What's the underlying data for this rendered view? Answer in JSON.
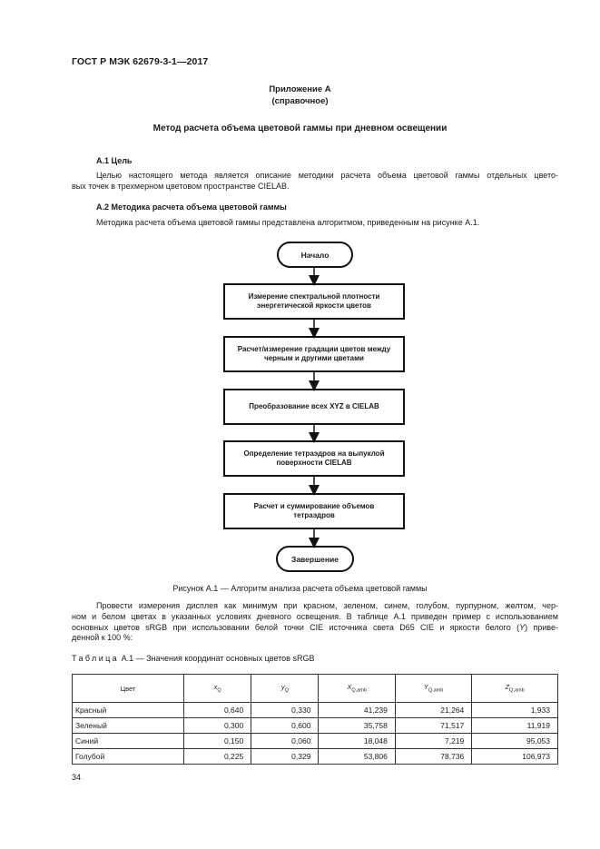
{
  "header": {
    "standard": "ГОСТ Р МЭК 62679-3-1—2017"
  },
  "annex": {
    "label": "Приложение А",
    "kind": "(справочное)"
  },
  "title": "Метод расчета объема цветовой гаммы при дневном освещении",
  "sections": {
    "a1": {
      "heading": "А.1 Цель",
      "line1": "Целью настоящего метода является описание методики расчета объема цветовой гаммы отдельных цвето-",
      "line2": "вых точек в трехмерном цветовом пространстве CIELAB."
    },
    "a2": {
      "heading": "А.2 Методика расчета объема цветовой гаммы",
      "text": "Методика расчета объема цветовой гаммы представлена алгоритмом, приведенным на рисунке А.1."
    }
  },
  "flowchart": {
    "start": "Начало",
    "steps": [
      "Измерение спектральной плотности энергетической яркости цветов",
      "Расчет/измерение градации цветов между черным и другими цветами",
      "Преобразование всех XYZ в CIELAB",
      "Определение тетраэдров на выпуклой поверхности CIELAB",
      "Расчет и суммирование объемов тетраэдров"
    ],
    "end": "Завершение"
  },
  "figure_caption": "Рисунок А.1 — Алгоритм анализа расчета объема цветовой гаммы",
  "paragraph": {
    "line1": "Провести измерения дисплея как минимум при красном, зеленом, синем, голубом, пурпурном, желтом, чер-",
    "line2": "ном и белом цветах в указанных условиях дневного освещения. В таблице А.1 приведен пример с использованием",
    "line3_a": "основных цветов sRGB при использовании белой точки CIE источника света D65 CIE и яркости белого (",
    "line3_y": "Y",
    "line3_b": ") приве-",
    "line4": "денной к 100 %:"
  },
  "table": {
    "caption_label": "Таблица",
    "caption_rest": " А.1 — Значения координат основных цветов sRGB",
    "headers": {
      "color": "Цвет",
      "x": "x",
      "x_sub": "Q",
      "y": "y",
      "y_sub": "Q",
      "X": "X",
      "X_sub": "Q,amb",
      "Y": "Y",
      "Y_sub": "Q,amb",
      "Z": "Z",
      "Z_sub": "Q,amb"
    },
    "rows": [
      {
        "name": "Красный",
        "x": "0,640",
        "y": "0,330",
        "X": "41,239",
        "Y": "21,264",
        "Z": "1,933"
      },
      {
        "name": "Зеленый",
        "x": "0,300",
        "y": "0,600",
        "X": "35,758",
        "Y": "71,517",
        "Z": "11,919"
      },
      {
        "name": "Синий",
        "x": "0,150",
        "y": "0,060",
        "X": "18,048",
        "Y": "7,219",
        "Z": "95,053"
      },
      {
        "name": "Голубой",
        "x": "0,225",
        "y": "0,329",
        "X": "53,806",
        "Y": "78,736",
        "Z": "106,973"
      }
    ]
  },
  "page_number": "34"
}
